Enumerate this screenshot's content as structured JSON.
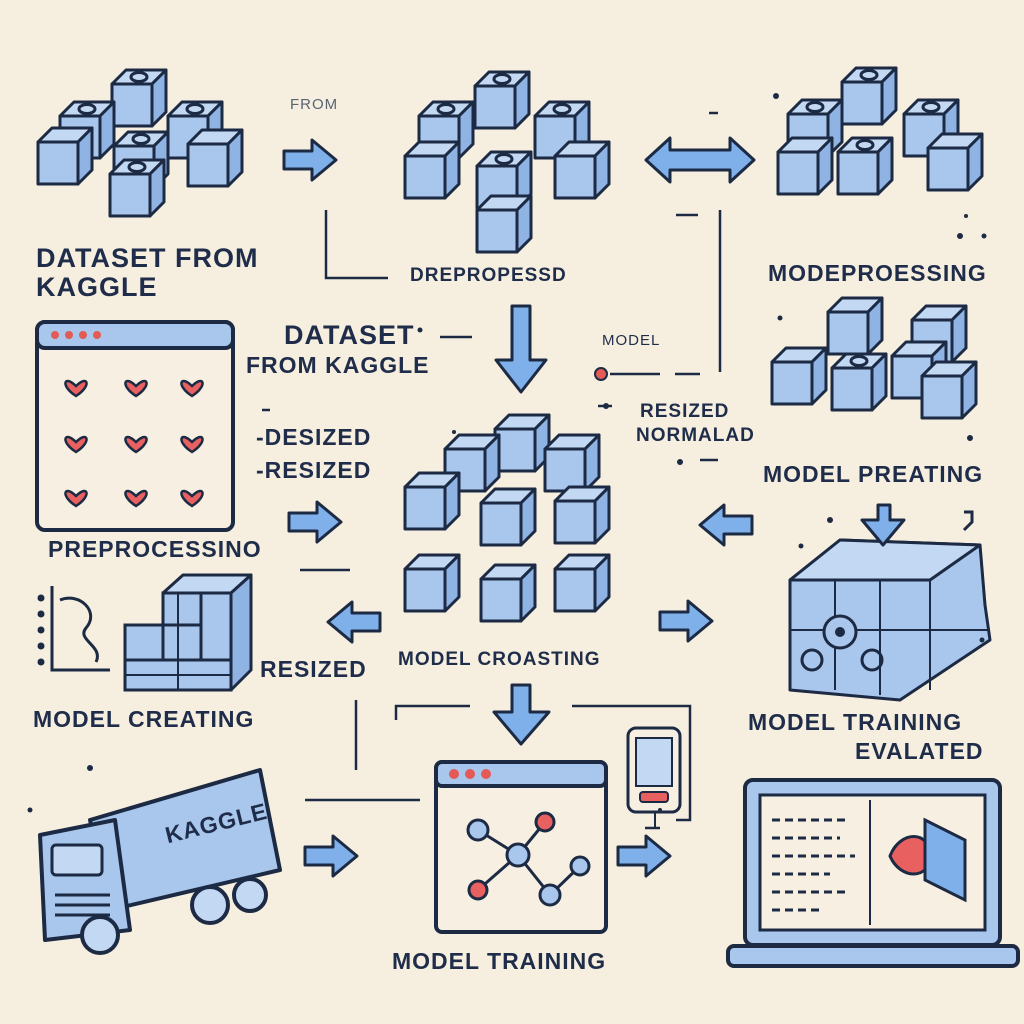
{
  "labels": {
    "dataset_from_kaggle_top": "DATASET FROM\nKAGGLE",
    "from": "FROM",
    "dreprocessd": "DREPROPESSD",
    "modeprocessing": "MODEPROESSING",
    "dataset_from_kaggle_mid_line1": "DATASET",
    "dataset_from_kaggle_mid_line2": "FROM KAGGLE",
    "model_small": "MODEL",
    "resized_small": "RESIZED",
    "normalad": "NORMALAD",
    "desized": "DESIZED",
    "resized_left": "RESIZED",
    "preprocessing": "PREPROCESSINO",
    "model_preating": "MODEL PREATING",
    "resized_bottom": "RESIZED",
    "model_croasting": "MODEL CROASTING",
    "model_creating": "MODEL CREATING",
    "model_training_evalated_line1": "MODEL TRAINING",
    "model_training_evalated_line2": "EVALATED",
    "model_training": "MODEL TRAINING",
    "kaggle_truck": "KAGGLE"
  },
  "colors": {
    "background": "#f6efdf",
    "block_fill": "#a9c6ec",
    "block_top": "#c3d8f3",
    "outline": "#1c2a44",
    "arrow_fill": "#7fb0ea",
    "heart": "#e86060",
    "accent_red": "#e25b55"
  }
}
